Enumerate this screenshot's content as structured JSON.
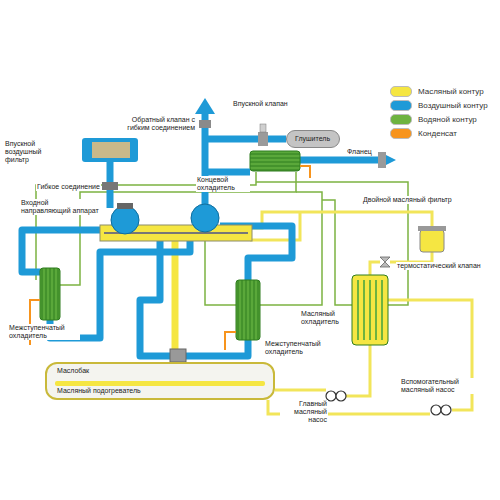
{
  "diagram": {
    "nodes": [
      {
        "text": [
          "Глушитель"
        ]
      },
      {
        "text": [
          "Маслобак",
          "Масляный подогреватель"
        ]
      }
    ],
    "labels": [
      "Впускной клапан",
      "Обратный клапан с гибким соединением",
      "Фланец",
      "Впускной воздушный фильтр",
      "Концевой охладитель",
      "Гибкое соединение",
      "Входной направляющий аппарат",
      "Двойной масляный фильтр",
      "термостатический клапан",
      "Межступенчатый охладитель",
      "Межступенчатый охладитель",
      "Масляный охладитель",
      "Главный масляный насос",
      "Вспомогательный масляный насос"
    ],
    "legend": [
      {
        "text": "Масляный контур",
        "color": "#f5e642"
      },
      {
        "text": "Воздушный контур",
        "color": "#1e9ad7"
      },
      {
        "text": "Водяной контур",
        "color": "#6db33f"
      },
      {
        "text": "Конденсат",
        "color": "#f7941d"
      }
    ]
  }
}
